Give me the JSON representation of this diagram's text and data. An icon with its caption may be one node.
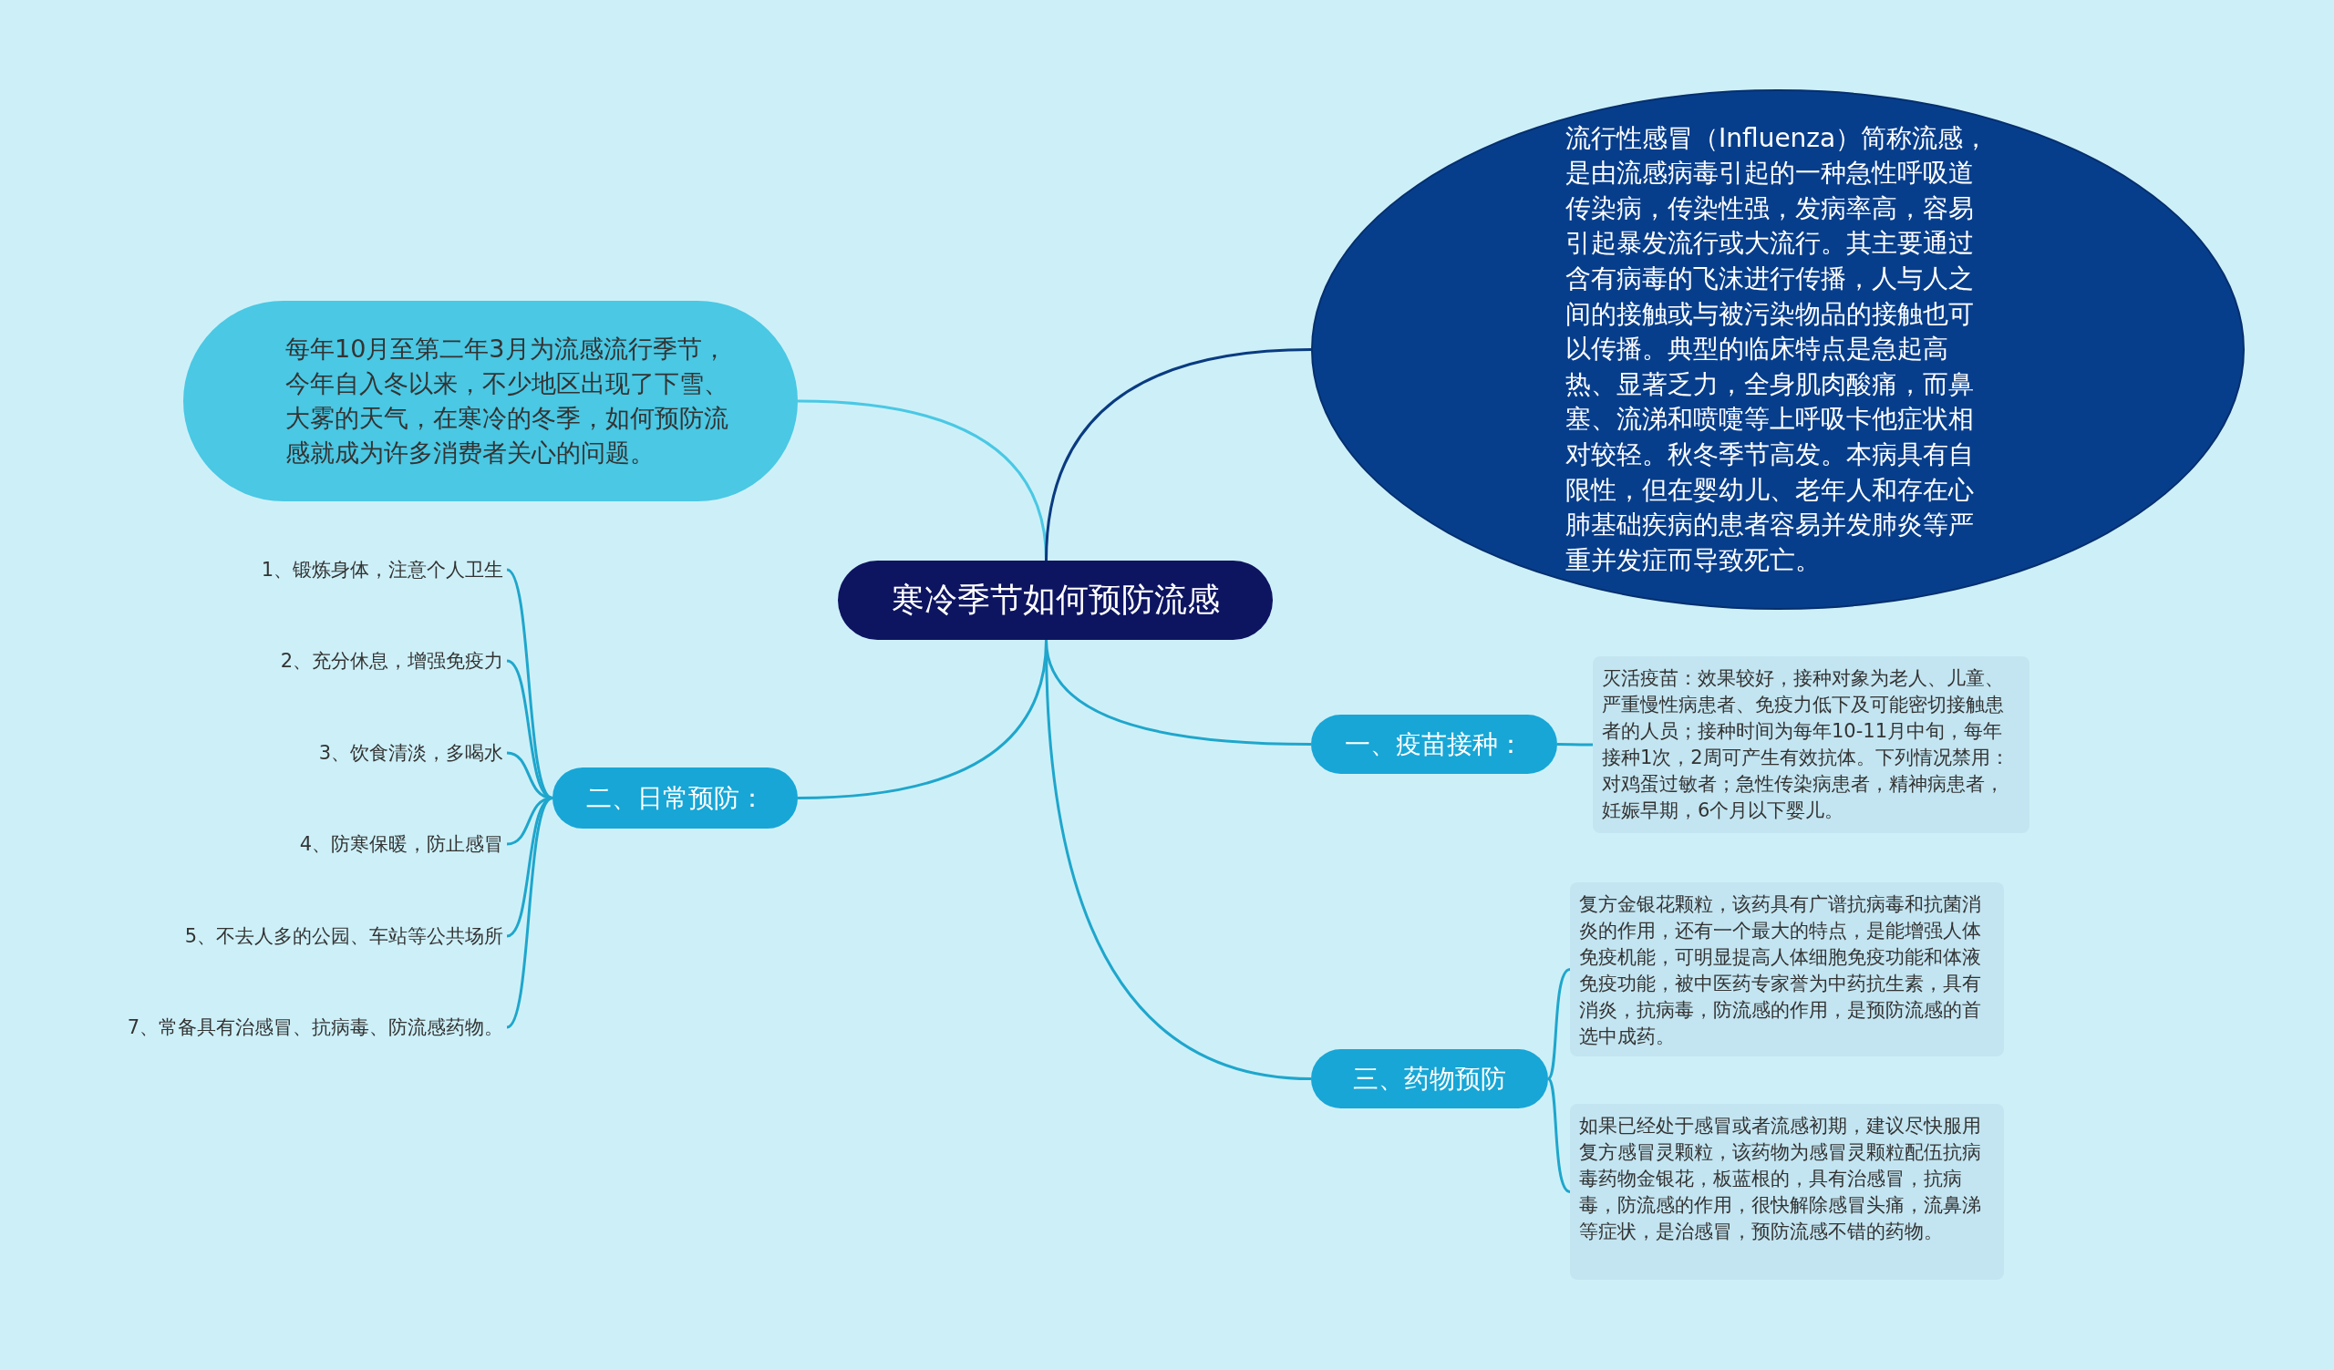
{
  "diagram": {
    "nodes": [
      {
        "text": [
          "寒冷季节如何预防流感"
        ]
      },
      {
        "text": [
          "每年10月至第二年3月为流感流行季节，今年自入冬以来，不少地区出现了下雪、大雾的天气，在寒冷的冬季，如何预防流感就成为许多消费者关心的问题。"
        ]
      },
      {
        "text": [
          "流行性感冒（Influenza）简称流感，是由流感病毒引起的一种急性呼吸道传染病，传染性强，发病率高，容易引起暴发流行或大流行。其主要通过含有病毒的飞沫进行传播，人与人之间的接触或与被污染物品的接触也可以传播。典型的临床特点是急起高热、显著乏力，全身肌肉酸痛，而鼻塞、流涕和喷嚏等上呼吸卡他症状相对较轻。秋冬季节高发。本病具有自限性，但在婴幼儿、老年人和存在心肺基础疾病的患者容易并发肺炎等严重并发症而导致死亡。"
        ]
      },
      {
        "text": [
          "一、疫苗接种："
        ]
      },
      {
        "text": [
          "灭活疫苗：效果较好，接种对象为老人、儿童、严重慢性病患者、免疫力低下及可能密切接触患者的人员；接种时间为每年10-11月中旬，每年接种1次，2周可产生有效抗体。下列情况禁用：对鸡蛋过敏者；急性传染病患者，精神病患者，妊娠早期，6个月以下婴儿。"
        ]
      },
      {
        "text": [
          "二、日常预防："
        ]
      },
      {
        "text": [
          "1、锻炼身体，注意个人卫生"
        ]
      },
      {
        "text": [
          "2、充分休息，增强免疫力"
        ]
      },
      {
        "text": [
          "3、饮食清淡，多喝水"
        ]
      },
      {
        "text": [
          "4、防寒保暖，防止感冒"
        ]
      },
      {
        "text": [
          "5、不去人多的公园、车站等公共场所"
        ]
      },
      {
        "text": [
          "7、常备具有治感冒、抗病毒、防流感药物。"
        ]
      },
      {
        "text": [
          "三、药物预防"
        ]
      },
      {
        "text": [
          "复方金银花颗粒，该药具有广谱抗病毒和抗菌消炎的作用，还有一个最大的特点，是能增强人体免疫机能，可明显提高人体细胞免疫功能和体液免疫功能，被中医药专家誉为中药抗生素，具有消炎，抗病毒，防流感的作用，是预防流感的首选中成药。"
        ]
      },
      {
        "text": [
          "如果已经处于感冒或者流感初期，建议尽快服用复方感冒灵颗粒，该药物为感冒灵颗粒配伍抗病毒药物金银花，板蓝根的，具有治感冒，抗病毒，防流感的作用，很快解除感冒头痛，流鼻涕等症状，是治感冒，预防流感不错的药物。"
        ]
      }
    ],
    "edges": [
      {
        "from": 0,
        "to": 1,
        "arrow": "none",
        "color": "#4ac8e4"
      },
      {
        "from": 0,
        "to": 2,
        "arrow": "none",
        "color": "#0a3b80"
      },
      {
        "from": 0,
        "to": 3,
        "arrow": "none"
      },
      {
        "from": 3,
        "to": 4,
        "arrow": "none"
      },
      {
        "from": 0,
        "to": 5,
        "arrow": "none"
      },
      {
        "from": 5,
        "to": 6,
        "arrow": "none"
      },
      {
        "from": 5,
        "to": 7,
        "arrow": "none"
      },
      {
        "from": 5,
        "to": 8,
        "arrow": "none"
      },
      {
        "from": 5,
        "to": 9,
        "arrow": "none"
      },
      {
        "from": 5,
        "to": 10,
        "arrow": "none"
      },
      {
        "from": 5,
        "to": 11,
        "arrow": "none"
      },
      {
        "from": 0,
        "to": 12,
        "arrow": "none"
      },
      {
        "from": 12,
        "to": 13,
        "arrow": "none"
      },
      {
        "from": 12,
        "to": 14,
        "arrow": "none"
      }
    ]
  }
}
